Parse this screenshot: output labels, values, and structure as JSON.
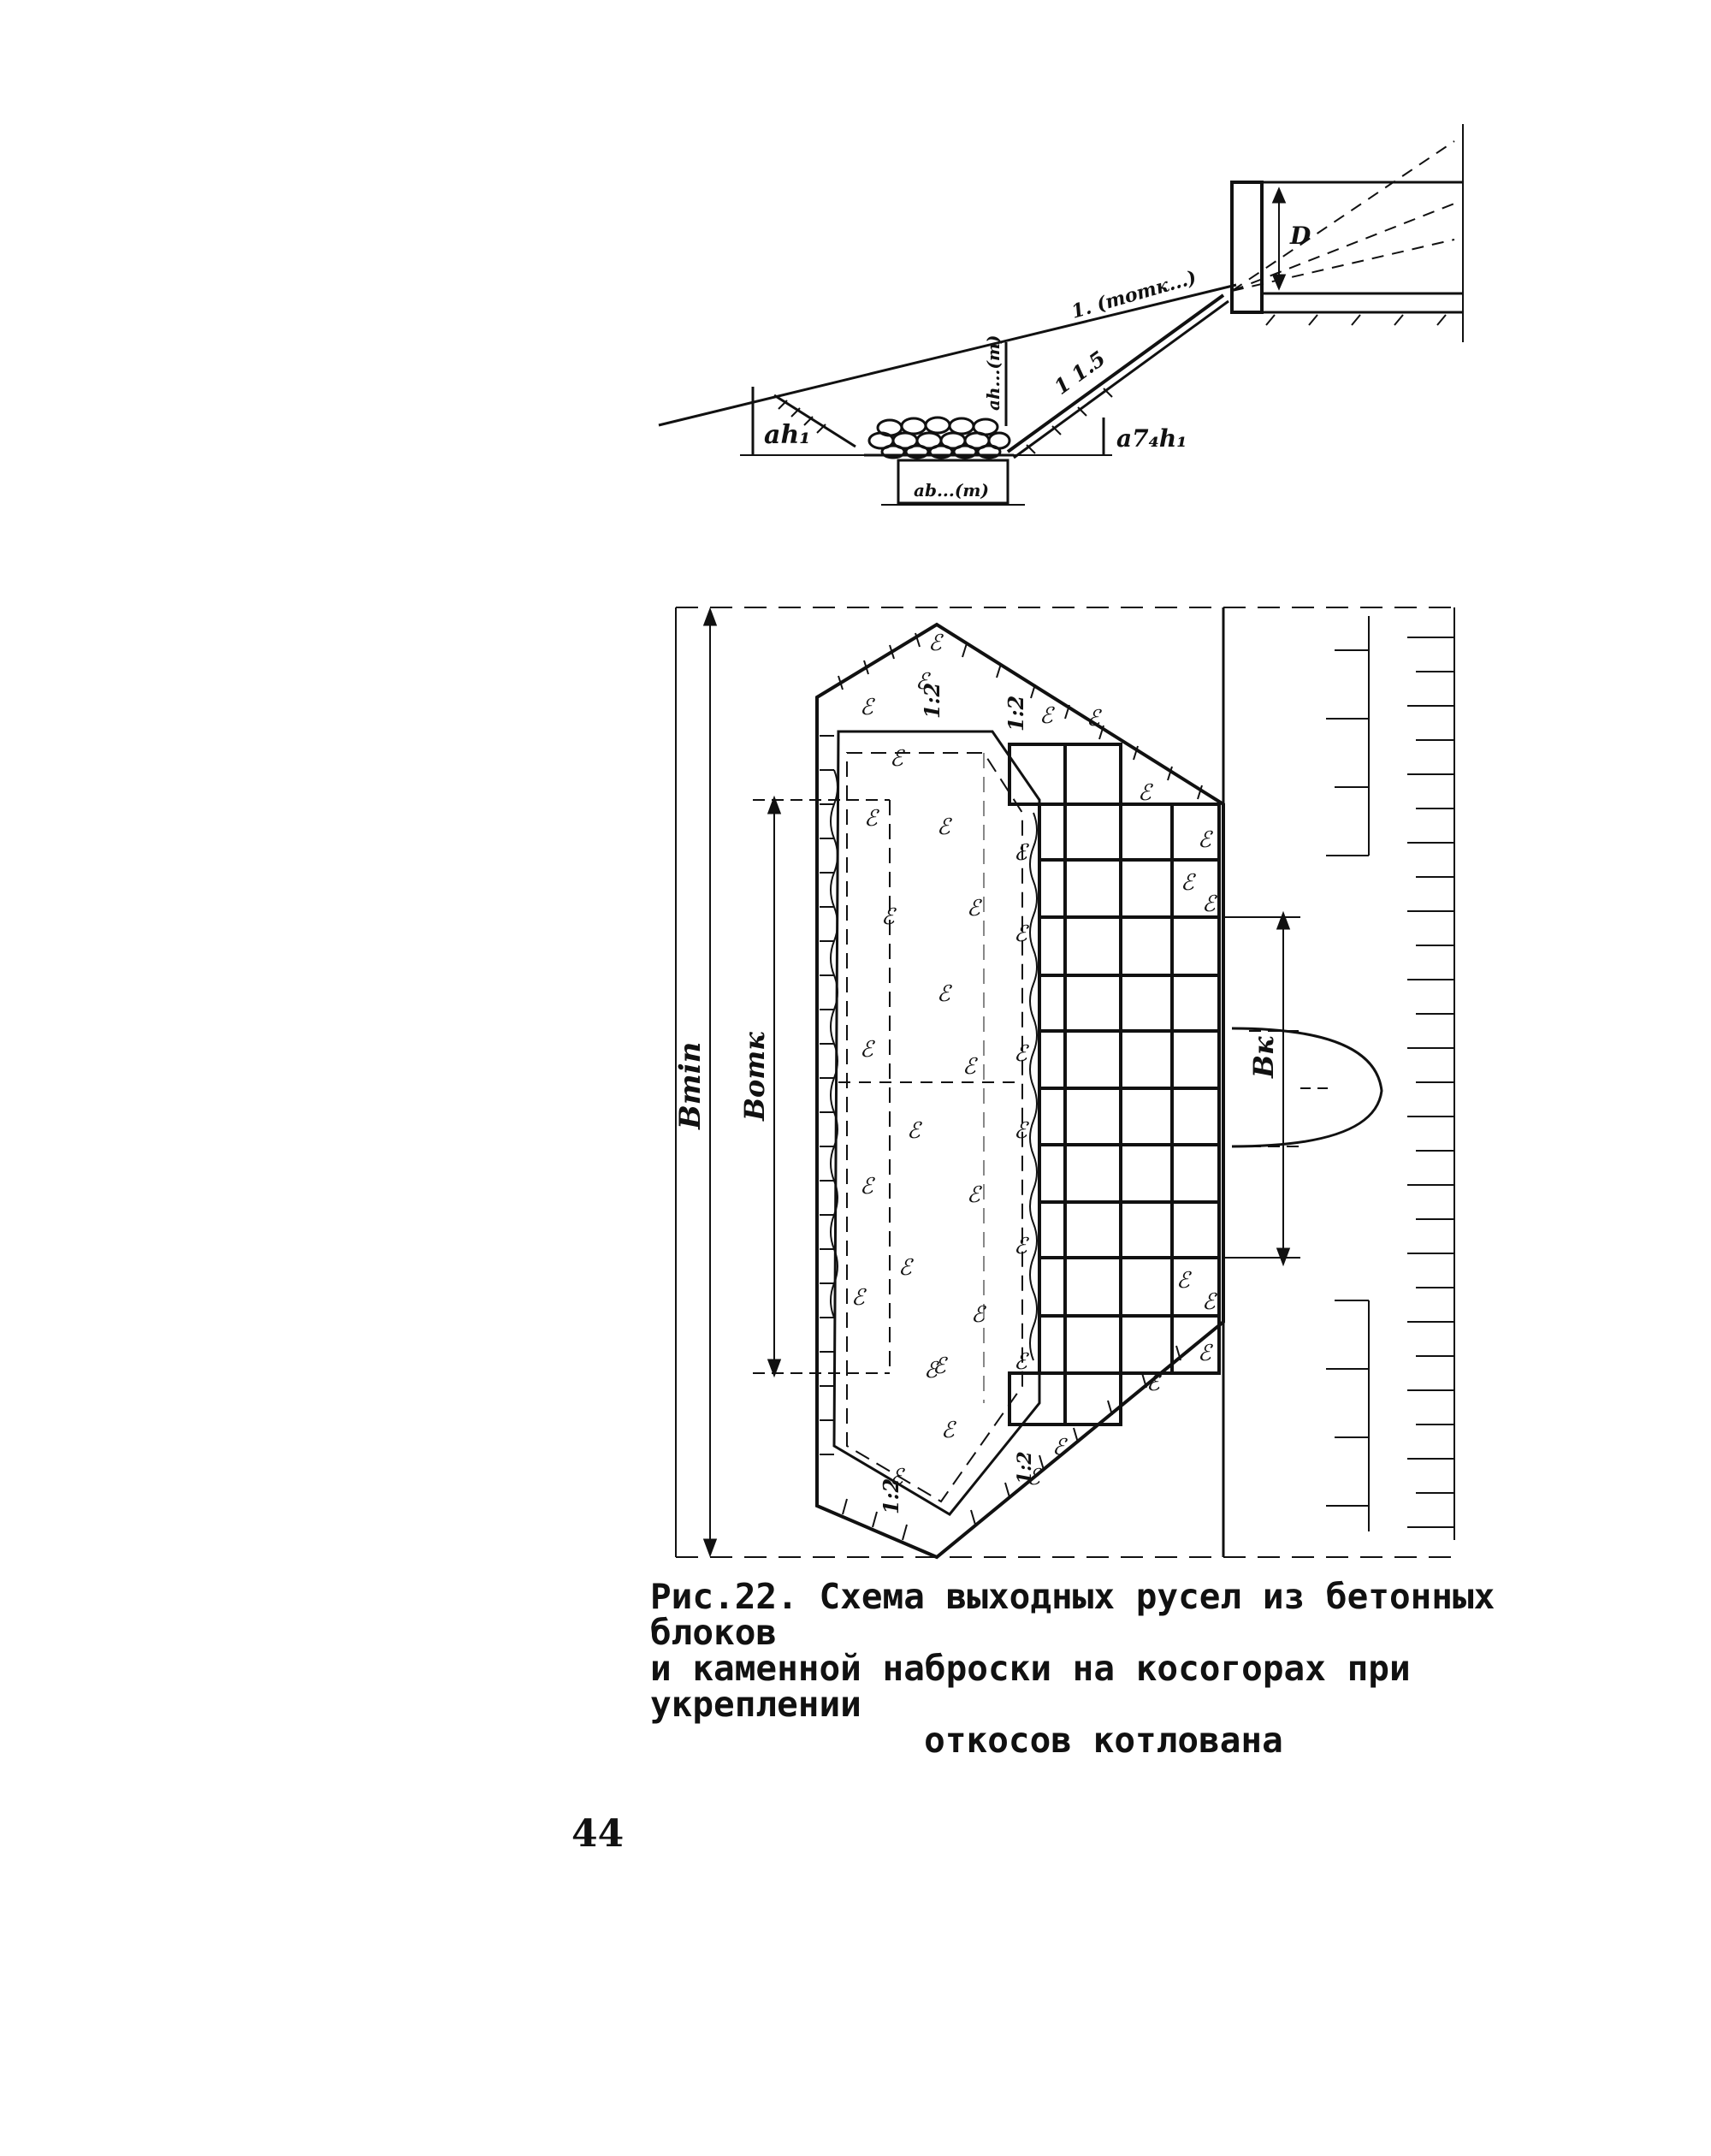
{
  "figure": {
    "section_labels": {
      "depth_left": "ah₁",
      "depth_right": "a7₄h₁",
      "slope_upper": "1. (mотк...)",
      "slope_lower": "1   1.5",
      "vertical_dim": "ah...(m)",
      "bottom_width": "ab...(m)",
      "pipe_diameter": "D"
    },
    "plan_labels": {
      "width_min": "Bmin",
      "width_otk": "Bотк",
      "width_bk": "Bк",
      "slope_tl": "1:2",
      "slope_tr": "1:2",
      "slope_bl": "1:2",
      "slope_bm": "1:2"
    }
  },
  "caption": {
    "line1": "Рис.22. Схема выходных русел из бетонных блоков",
    "line2": "и каменной наброски на косогорах при укреплении",
    "line3": "откосов котлована"
  },
  "page_number": "44"
}
